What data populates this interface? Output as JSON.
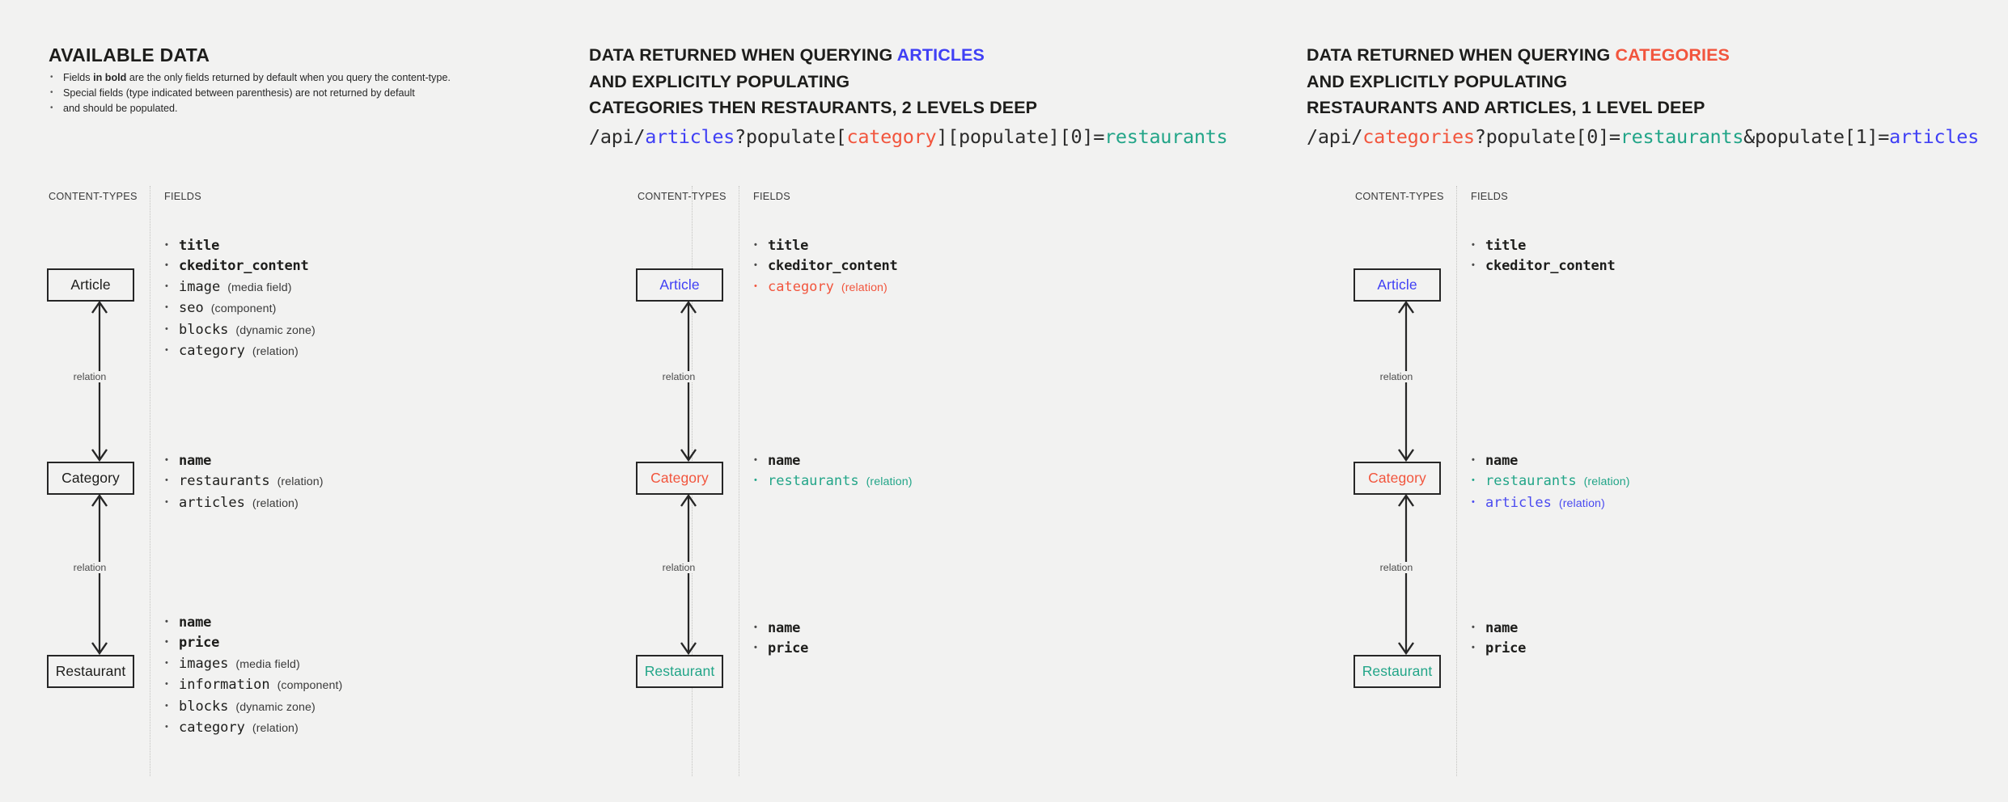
{
  "panels": [
    {
      "id": "panel-0",
      "heading_plain": "AVAILABLE DATA",
      "bullets": [
        {
          "pre": "Fields ",
          "strong": "in bold",
          "post": " are the only fields returned by default when you query the content-type."
        },
        {
          "pre": "Special fields (type indicated between parenthesis) are not returned by default",
          "strong": "",
          "post": ""
        },
        {
          "pre": "and should be populated.",
          "strong": "",
          "post": ""
        }
      ],
      "labels": {
        "content_types": "CONTENT-TYPES",
        "fields": "FIELDS"
      },
      "relation_label_top": "relation",
      "relation_label_bottom": "relation",
      "entities": [
        {
          "name": "Article",
          "color": "default"
        },
        {
          "name": "Category",
          "color": "default"
        },
        {
          "name": "Restaurant",
          "color": "default"
        }
      ],
      "field_groups": [
        {
          "entity": "Article",
          "rows": [
            {
              "name": "title",
              "type": "",
              "bold": true,
              "color": "default"
            },
            {
              "name": "ckeditor_content",
              "type": "",
              "bold": true,
              "color": "default"
            },
            {
              "name": "image",
              "type": "(media field)",
              "bold": false,
              "color": "default"
            },
            {
              "name": "seo",
              "type": "(component)",
              "bold": false,
              "color": "default"
            },
            {
              "name": "blocks",
              "type": "(dynamic zone)",
              "bold": false,
              "color": "default"
            },
            {
              "name": "category",
              "type": "(relation)",
              "bold": false,
              "color": "default"
            }
          ]
        },
        {
          "entity": "Category",
          "rows": [
            {
              "name": "name",
              "type": "",
              "bold": true,
              "color": "default"
            },
            {
              "name": "restaurants",
              "type": "(relation)",
              "bold": false,
              "color": "default"
            },
            {
              "name": "articles",
              "type": "(relation)",
              "bold": false,
              "color": "default"
            }
          ]
        },
        {
          "entity": "Restaurant",
          "rows": [
            {
              "name": "name",
              "type": "",
              "bold": true,
              "color": "default"
            },
            {
              "name": "price",
              "type": "",
              "bold": true,
              "color": "default"
            },
            {
              "name": "images",
              "type": "(media field)",
              "bold": false,
              "color": "default"
            },
            {
              "name": "information",
              "type": "(component)",
              "bold": false,
              "color": "default"
            },
            {
              "name": "blocks",
              "type": "(dynamic zone)",
              "bold": false,
              "color": "default"
            },
            {
              "name": "category",
              "type": "(relation)",
              "bold": false,
              "color": "default"
            }
          ]
        }
      ]
    },
    {
      "id": "panel-1",
      "heading_line1_pre": "DATA RETURNED WHEN QUERYING ",
      "heading_line1_hl": "ARTICLES",
      "heading_line1_hl_color": "blue",
      "heading_line2": "AND EXPLICITLY POPULATING",
      "heading_line3": "CATEGORIES THEN RESTAURANTS, 2 LEVELS DEEP",
      "code_tokens": [
        {
          "t": "/api/",
          "c": "default"
        },
        {
          "t": "articles",
          "c": "blue"
        },
        {
          "t": "?populate[",
          "c": "default"
        },
        {
          "t": "category",
          "c": "red"
        },
        {
          "t": "][populate][0]=",
          "c": "default"
        },
        {
          "t": "restaurants",
          "c": "green"
        }
      ],
      "labels": {
        "content_types": "CONTENT-TYPES",
        "fields": "FIELDS"
      },
      "relation_label_top": "relation",
      "relation_label_bottom": "relation",
      "entities": [
        {
          "name": "Article",
          "color": "blue"
        },
        {
          "name": "Category",
          "color": "red"
        },
        {
          "name": "Restaurant",
          "color": "green"
        }
      ],
      "field_groups": [
        {
          "entity": "Article",
          "rows": [
            {
              "name": "title",
              "type": "",
              "bold": true,
              "color": "default"
            },
            {
              "name": "ckeditor_content",
              "type": "",
              "bold": true,
              "color": "default"
            },
            {
              "name": "category",
              "type": "(relation)",
              "bold": false,
              "color": "red"
            }
          ]
        },
        {
          "entity": "Category",
          "rows": [
            {
              "name": "name",
              "type": "",
              "bold": true,
              "color": "default"
            },
            {
              "name": "restaurants",
              "type": "(relation)",
              "bold": false,
              "color": "green"
            }
          ]
        },
        {
          "entity": "Restaurant",
          "rows": [
            {
              "name": "name",
              "type": "",
              "bold": true,
              "color": "default"
            },
            {
              "name": "price",
              "type": "",
              "bold": true,
              "color": "default"
            }
          ]
        }
      ]
    },
    {
      "id": "panel-2",
      "heading_line1_pre": "DATA RETURNED WHEN QUERYING ",
      "heading_line1_hl": "CATEGORIES",
      "heading_line1_hl_color": "red",
      "heading_line2": "AND EXPLICITLY POPULATING",
      "heading_line3": "RESTAURANTS AND ARTICLES, 1 LEVEL DEEP",
      "code_tokens": [
        {
          "t": "/api/",
          "c": "default"
        },
        {
          "t": "categories",
          "c": "red"
        },
        {
          "t": "?populate[0]=",
          "c": "default"
        },
        {
          "t": "restaurants",
          "c": "green"
        },
        {
          "t": "&populate[1]=",
          "c": "default"
        },
        {
          "t": "articles",
          "c": "blue"
        }
      ],
      "labels": {
        "content_types": "CONTENT-TYPES",
        "fields": "FIELDS"
      },
      "relation_label_top": "relation",
      "relation_label_bottom": "relation",
      "entities": [
        {
          "name": "Article",
          "color": "blue"
        },
        {
          "name": "Category",
          "color": "red"
        },
        {
          "name": "Restaurant",
          "color": "green"
        }
      ],
      "field_groups": [
        {
          "entity": "Article",
          "rows": [
            {
              "name": "title",
              "type": "",
              "bold": true,
              "color": "default"
            },
            {
              "name": "ckeditor_content",
              "type": "",
              "bold": true,
              "color": "default"
            }
          ]
        },
        {
          "entity": "Category",
          "rows": [
            {
              "name": "name",
              "type": "",
              "bold": true,
              "color": "default"
            },
            {
              "name": "restaurants",
              "type": "(relation)",
              "bold": false,
              "color": "green"
            },
            {
              "name": "articles",
              "type": "(relation)",
              "bold": false,
              "color": "blue"
            }
          ]
        },
        {
          "entity": "Restaurant",
          "rows": [
            {
              "name": "name",
              "type": "",
              "bold": true,
              "color": "default"
            },
            {
              "name": "price",
              "type": "",
              "bold": true,
              "color": "default"
            }
          ]
        }
      ]
    }
  ],
  "colors": {
    "background": "#f2f2f1",
    "text": "#1d1d1b",
    "blue": "#3f3ff5",
    "red": "#f2553d",
    "green": "#22a588",
    "divider": "#c3c3c0"
  }
}
